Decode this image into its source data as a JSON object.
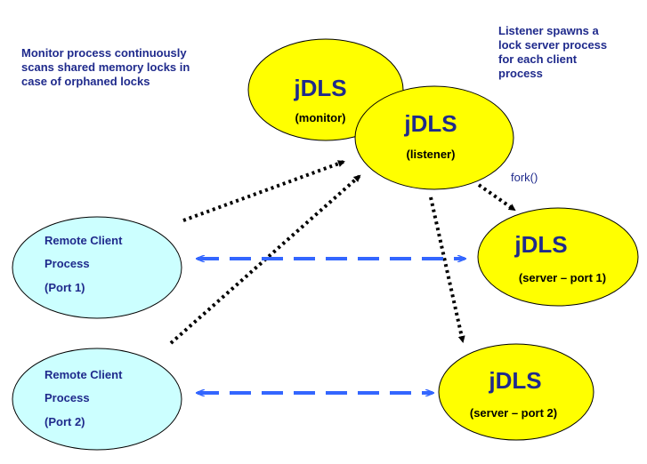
{
  "notes": {
    "monitor": [
      "Monitor process continuously",
      "scans shared memory locks in",
      "case of orphaned locks"
    ],
    "listener": [
      "Listener spawns a",
      "lock server process",
      "for each client",
      "process"
    ]
  },
  "nodes": {
    "monitor": {
      "title": "jDLS",
      "subtitle": "(monitor)"
    },
    "listener": {
      "title": "jDLS",
      "subtitle": "(listener)"
    },
    "server1": {
      "title": "jDLS",
      "subtitle": "(server – port 1)"
    },
    "server2": {
      "title": "jDLS",
      "subtitle": "(server – port 2)"
    },
    "client1": {
      "lines": [
        "Remote Client",
        "Process",
        "(Port 1)"
      ]
    },
    "client2": {
      "lines": [
        "Remote Client",
        "Process",
        "(Port 2)"
      ]
    }
  },
  "fork_label": "fork()",
  "colors": {
    "jdls_fill": "#ffff00",
    "client_fill": "#ccffff",
    "text_blue": "#1f2a8c",
    "dashed_arrow": "#3366ff",
    "dotted_arrow": "#000000"
  }
}
